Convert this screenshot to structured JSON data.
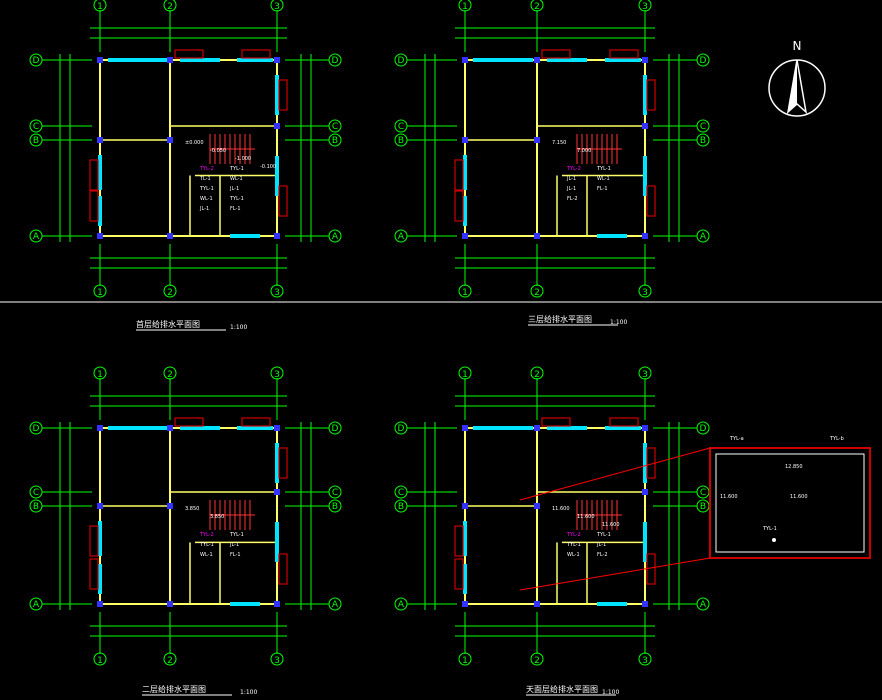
{
  "colors": {
    "background": "#000000",
    "axis": "#00ff00",
    "wall": "#ffff66",
    "window": "#00e5ff",
    "column": "#3333ff",
    "door": "#cc0000",
    "stair": "#ff3333",
    "text": "#ffffff",
    "pipe_label": "#ff00ff",
    "section_line": "#ff0000"
  },
  "grid_labels": {
    "x": [
      "1",
      "2",
      "3"
    ],
    "y": [
      "A",
      "B",
      "C",
      "D"
    ]
  },
  "drawings": [
    {
      "title": "首层给排水平面图",
      "scale": "1:100",
      "pipe_labels": [
        "TYL-2",
        "TYL-1",
        "TL-1",
        "WL-1",
        "TYL-1",
        "JL-1",
        "WL-1",
        "TYL-1",
        "JL-1",
        "FL-1"
      ],
      "elevations": [
        "±0.000",
        "-0.050",
        "-1.000",
        "-0.100"
      ]
    },
    {
      "title": "三层给排水平面图",
      "scale": "1:100",
      "pipe_labels": [
        "TYL-2",
        "TYL-1",
        "JL-1",
        "WL-1",
        "JL-1",
        "FL-1",
        "FL-2"
      ],
      "elevations": [
        "7.150",
        "7.000"
      ]
    },
    {
      "title": "二层给排水平面图",
      "scale": "1:100",
      "pipe_labels": [
        "TYL-2",
        "TYL-1",
        "TYL-1",
        "JL-1",
        "WL-1",
        "FL-1"
      ],
      "elevations": [
        "3.850",
        "3.850"
      ]
    },
    {
      "title": "天面层给排水平面图",
      "scale": "1:100",
      "pipe_labels": [
        "TYL-2",
        "TYL-1",
        "TYL-1",
        "JL-1",
        "WL-1",
        "FL-2"
      ],
      "elevations": [
        "11.600",
        "11.600",
        "11.600"
      ]
    }
  ],
  "detail": {
    "pipe_labels": [
      "TYL-a",
      "TYL-b",
      "TYL-1"
    ],
    "elevation": "11.600",
    "dims": [
      "11.600",
      "12.850"
    ]
  },
  "north": {
    "label": "N"
  }
}
